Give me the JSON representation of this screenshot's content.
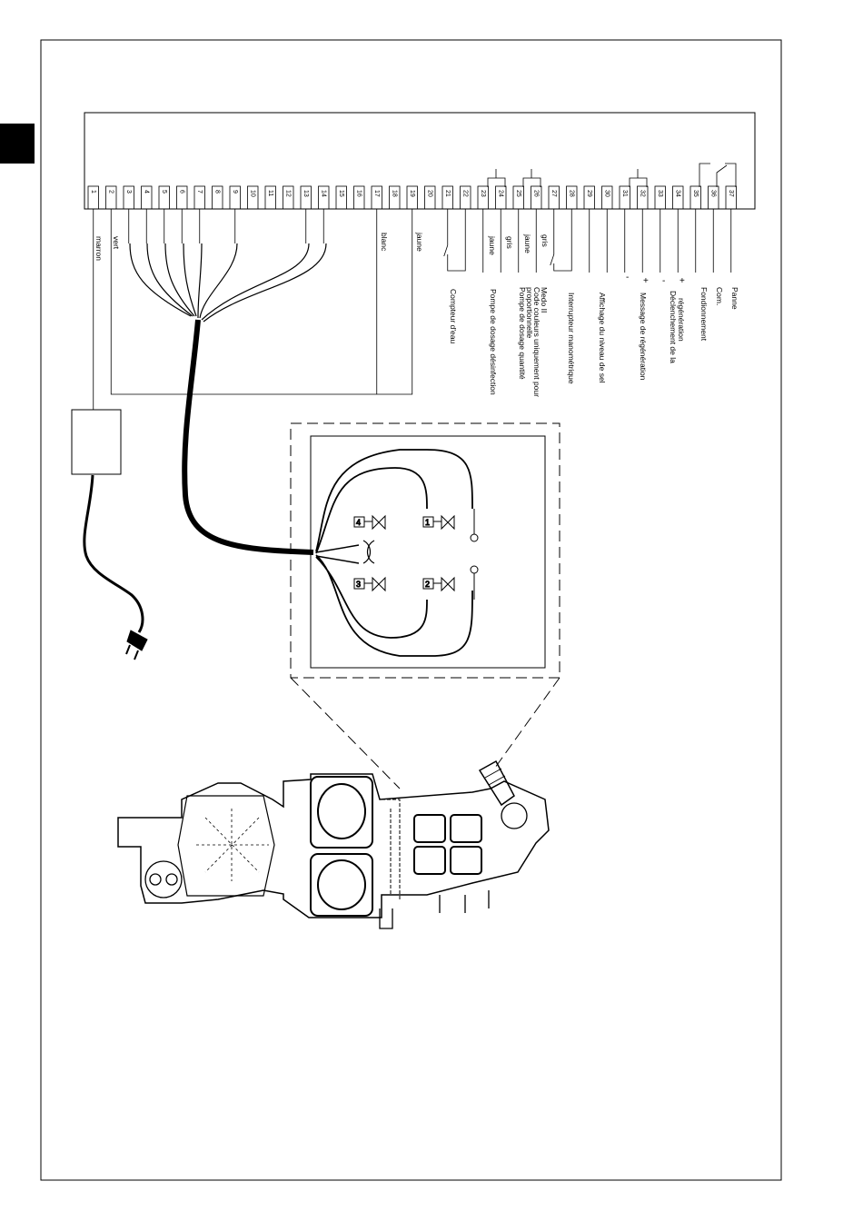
{
  "terminals": [
    "1",
    "2",
    "3",
    "4",
    "5",
    "6",
    "7",
    "8",
    "9",
    "10",
    "11",
    "12",
    "13",
    "14",
    "15",
    "16",
    "17",
    "18",
    "19",
    "20",
    "21",
    "22",
    "23",
    "24",
    "25",
    "26",
    "27",
    "28",
    "29",
    "30",
    "31",
    "32",
    "33",
    "34",
    "35",
    "36",
    "37"
  ],
  "wire_colors": {
    "t1": "marron",
    "t2": "vert",
    "t17": "blanc",
    "t19": "jaune",
    "t23": "jaune",
    "t24": "gris",
    "t25": "jaune",
    "t26": "gris"
  },
  "signs": {
    "t31": "-",
    "t32": "+",
    "t33": "-",
    "t34": "+"
  },
  "functions": {
    "compteur": "Compteur d'eau",
    "pompe_desinfection": "Pompe de dosage désinfection",
    "pompe_quantite_1": "Pompe de dosage quantité",
    "pompe_quantite_2": "proportionnelle",
    "pompe_quantite_3": "Code couleurs uniquement pour",
    "pompe_quantite_4": "Medo II",
    "interrupteur": "Interrupteur manométrique",
    "affichage_sel": "Affichage du niveau de sel",
    "message_regen": "Message de régénération",
    "declenchement_1": "Déclenchement de la",
    "declenchement_2": "régénération",
    "fondionnement": "Fondionnement",
    "com": "Com.",
    "panne": "Panne"
  },
  "valves": [
    "1",
    "2",
    "3",
    "4"
  ],
  "colors": {
    "line": "#000000",
    "page_tab": "#000000",
    "background": "#ffffff"
  }
}
